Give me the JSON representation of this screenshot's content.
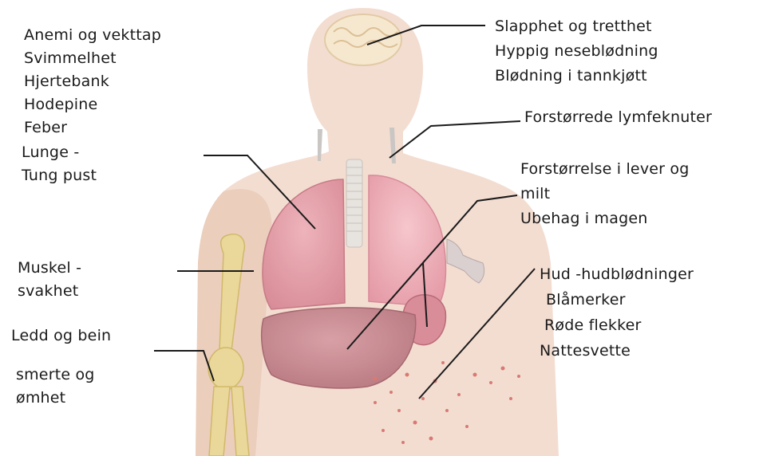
{
  "labels": {
    "left_top": [
      "Anemi  og vekttap",
      "Svimmelhet",
      "Hjertebank",
      "Hodepine",
      "Feber"
    ],
    "lung": [
      "Lunge -",
      "Tung pust"
    ],
    "muscle": [
      "Muskel -",
      "svakhet"
    ],
    "joint_a": "Ledd og bein",
    "joint_b": [
      "smerte og",
      "ømhet"
    ],
    "right_top": [
      "Slapphet og tretthet",
      "Hyppig neseblødning",
      "Blødning i tannkjøtt"
    ],
    "lymph": "Forstørrede lymfeknuter",
    "liver": [
      "Forstørrelse i lever og",
      "milt",
      "Ubehag i magen"
    ],
    "skin": [
      "Hud -hudblødninger",
      "Blåmerker",
      "Røde flekker",
      "Nattesvette"
    ]
  },
  "colors": {
    "skin": "#f3ddd1",
    "brain": "#f6e8cf",
    "lung": "#e8a4ae",
    "liver": "#c98b92",
    "bone": "#ead89a",
    "spots": "#d97a72",
    "line": "#1a1a1a"
  }
}
